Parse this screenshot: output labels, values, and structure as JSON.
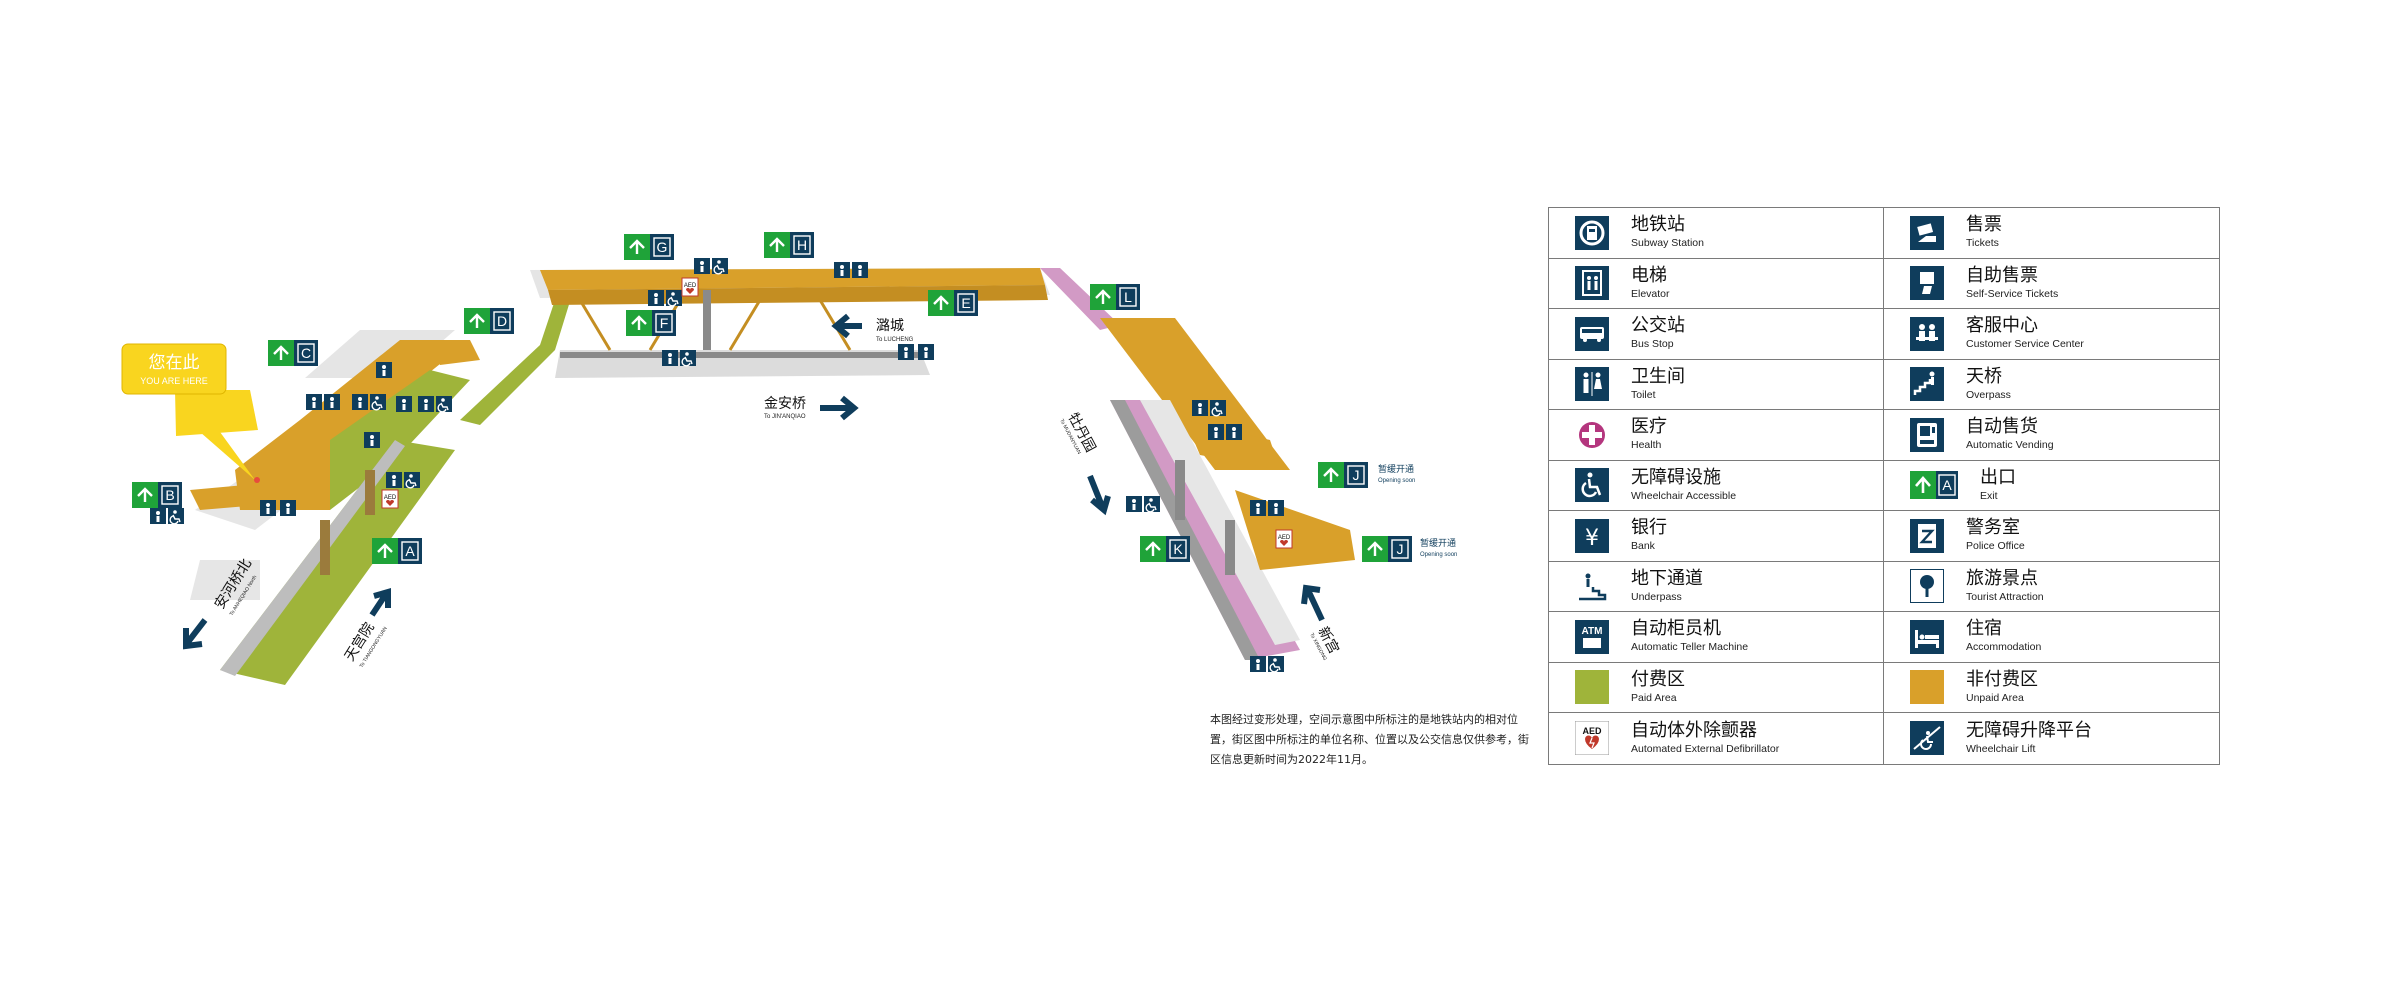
{
  "here_label": {
    "zh": "您在此",
    "en": "YOU ARE HERE"
  },
  "exits": {
    "A": "A",
    "B": "B",
    "C": "C",
    "D": "D",
    "E": "E",
    "F": "F",
    "G": "G",
    "H": "H",
    "J": "J",
    "K": "K",
    "L": "L",
    "exit_word": "EXIT"
  },
  "opening_note": {
    "zh": "暂缓开通",
    "en": "Opening soon"
  },
  "directions": {
    "lucheng": {
      "zh": "潞城",
      "en": "To LUCHENG"
    },
    "jinanqiao": {
      "zh": "金安桥",
      "en": "To JIN'ANQIAO"
    },
    "anhe": {
      "zh": "安河桥北",
      "en": "To ANHEQIAO North"
    },
    "tiangongyuan": {
      "zh": "天宫院",
      "en": "To TIANGONGYUAN"
    },
    "mudanyuan": {
      "zh": "牡丹园",
      "en": "To MUDANYUAN"
    },
    "xingong": {
      "zh": "新宫",
      "en": "To XINGONG"
    }
  },
  "aed_text": "AED",
  "atm_text": "ATM",
  "disclaimer": "本图经过变形处理，空间示意图中所标注的是地铁站内的相对位置，街区图中所标注的单位名称、位置以及公交信息仅供参考，街区信息更新时间为2022年11月。",
  "colors": {
    "paid": "#9fb43a",
    "unpaid": "#d9a02a",
    "pink": "#d29ac5",
    "exit_green": "#1fa339",
    "navy": "#0f3d5c",
    "yellow": "#f9d51f"
  },
  "legend": [
    {
      "left": {
        "icon": "subway-icon",
        "zh": "地铁站",
        "en": "Subway Station"
      },
      "right": {
        "icon": "tickets-icon",
        "zh": "售票",
        "en": "Tickets"
      }
    },
    {
      "left": {
        "icon": "elevator-icon",
        "zh": "电梯",
        "en": "Elevator"
      },
      "right": {
        "icon": "self-service-icon",
        "zh": "自助售票",
        "en": "Self-Service Tickets"
      }
    },
    {
      "left": {
        "icon": "bus-icon",
        "zh": "公交站",
        "en": "Bus Stop"
      },
      "right": {
        "icon": "customer-service-icon",
        "zh": "客服中心",
        "en": "Customer Service Center"
      }
    },
    {
      "left": {
        "icon": "toilet-icon",
        "zh": "卫生间",
        "en": "Toilet"
      },
      "right": {
        "icon": "overpass-icon",
        "zh": "天桥",
        "en": "Overpass"
      }
    },
    {
      "left": {
        "icon": "health-icon",
        "zh": "医疗",
        "en": "Health"
      },
      "right": {
        "icon": "vending-icon",
        "zh": "自动售货",
        "en": "Automatic Vending"
      }
    },
    {
      "left": {
        "icon": "wheelchair-icon",
        "zh": "无障碍设施",
        "en": "Wheelchair Accessible"
      },
      "right": {
        "icon": "exit-icon",
        "zh": "出口",
        "en": "Exit"
      }
    },
    {
      "left": {
        "icon": "bank-icon",
        "zh": "银行",
        "en": "Bank"
      },
      "right": {
        "icon": "police-icon",
        "zh": "警务室",
        "en": "Police Office"
      }
    },
    {
      "left": {
        "icon": "underpass-icon",
        "zh": "地下通道",
        "en": "Underpass"
      },
      "right": {
        "icon": "tourist-icon",
        "zh": "旅游景点",
        "en": "Tourist Attraction"
      }
    },
    {
      "left": {
        "icon": "atm-icon",
        "zh": "自动柜员机",
        "en": "Automatic Teller Machine"
      },
      "right": {
        "icon": "accommodation-icon",
        "zh": "住宿",
        "en": "Accommodation"
      }
    },
    {
      "left": {
        "icon": "paid-area-swatch",
        "zh": "付费区",
        "en": "Paid Area"
      },
      "right": {
        "icon": "unpaid-area-swatch",
        "zh": "非付费区",
        "en": "Unpaid Area"
      }
    },
    {
      "left": {
        "icon": "aed-icon",
        "zh": "自动体外除颤器",
        "en": "Automated External Defibrillator"
      },
      "right": {
        "icon": "wheelchair-lift-icon",
        "zh": "无障碍升降平台",
        "en": "Wheelchair Lift"
      }
    }
  ],
  "exit_legend_letter": "A"
}
